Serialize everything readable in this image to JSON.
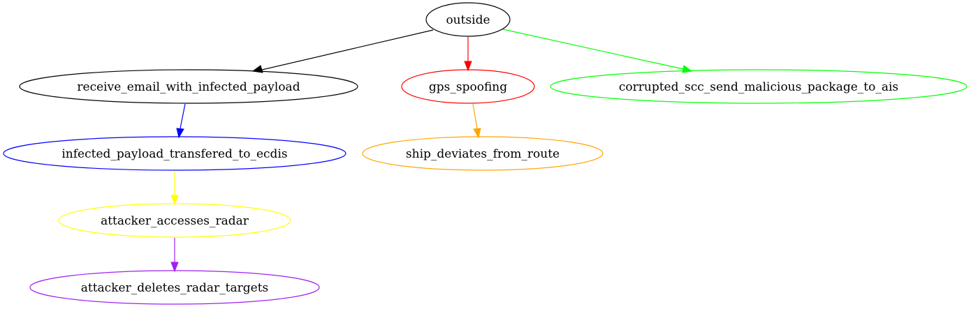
{
  "nodes": {
    "outside": {
      "label": "outside",
      "color": "#000000"
    },
    "receive_email": {
      "label": "receive_email_with_infected_payload",
      "color": "#000000"
    },
    "gps_spoofing": {
      "label": "gps_spoofing",
      "color": "#ff0000"
    },
    "corrupted_scc": {
      "label": "corrupted_scc_send_malicious_package_to_ais",
      "color": "#00ff00"
    },
    "infected_payload": {
      "label": "infected_payload_transfered_to_ecdis",
      "color": "#0000ff"
    },
    "ship_deviates": {
      "label": "ship_deviates_from_route",
      "color": "#ffa500"
    },
    "attacker_accesses": {
      "label": "attacker_accesses_radar",
      "color": "#ffff00"
    },
    "attacker_deletes": {
      "label": "attacker_deletes_radar_targets",
      "color": "#a020f0"
    }
  },
  "edges": [
    {
      "from": "outside",
      "to": "receive_email",
      "color": "#000000"
    },
    {
      "from": "outside",
      "to": "gps_spoofing",
      "color": "#ff0000"
    },
    {
      "from": "outside",
      "to": "corrupted_scc",
      "color": "#00ff00"
    },
    {
      "from": "receive_email",
      "to": "infected_payload",
      "color": "#0000ff"
    },
    {
      "from": "gps_spoofing",
      "to": "ship_deviates",
      "color": "#ffa500"
    },
    {
      "from": "infected_payload",
      "to": "attacker_accesses",
      "color": "#ffff00"
    },
    {
      "from": "attacker_accesses",
      "to": "attacker_deletes",
      "color": "#a020f0"
    }
  ]
}
